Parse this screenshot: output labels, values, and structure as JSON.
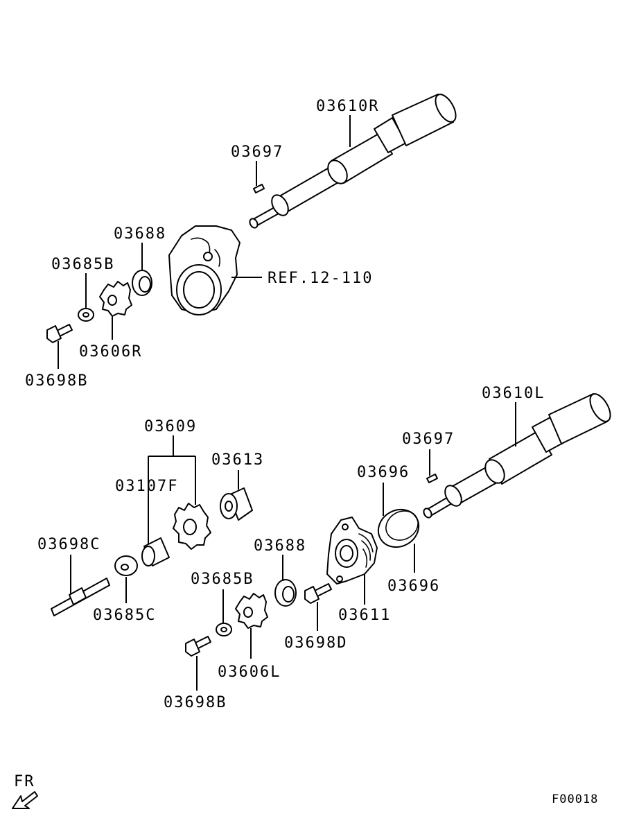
{
  "parts": {
    "shaft_r": "03610R",
    "key_upper": "03697",
    "seal_upper": "03688",
    "washer_upper": "03685B",
    "gear_r": "03606R",
    "bolt_upper": "03698B",
    "ref": "REF.12-110",
    "shaft_l": "03610L",
    "key_lower": "03697",
    "gear_assy": "03609",
    "bushing_f": "03107F",
    "bushing_13": "03613",
    "ring_a": "03696",
    "ring_b": "03696",
    "bolt_c": "03698C",
    "washer_c": "03685C",
    "seal_lower": "03688",
    "washer_lower": "03685B",
    "gear_l": "03606L",
    "bolt_lower": "03698B",
    "bolt_d": "03698D",
    "housing": "03611"
  },
  "fr_label": "FR",
  "figure_code": "F00018"
}
